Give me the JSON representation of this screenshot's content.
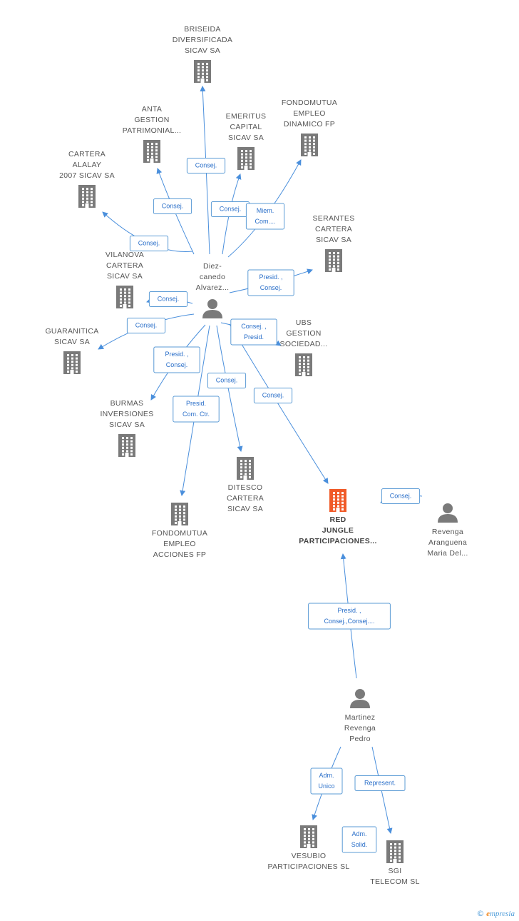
{
  "colors": {
    "company": "#7a7a7a",
    "focus": "#f05a28",
    "person": "#7a7a7a",
    "edge": "#4a8fdc"
  },
  "nodes": [
    {
      "id": "briseida",
      "type": "company",
      "label": [
        "BRISEIDA",
        "DIVERSIFICADA",
        "SICAV SA"
      ]
    },
    {
      "id": "anta",
      "type": "company",
      "label": [
        "ANTA",
        "GESTION",
        "PATRIMONIAL..."
      ]
    },
    {
      "id": "emeritus",
      "type": "company",
      "label": [
        "EMERITUS",
        "CAPITAL",
        "SICAV SA"
      ]
    },
    {
      "id": "fondomutua_dinamico",
      "type": "company",
      "label": [
        "FONDOMUTUA",
        "EMPLEO",
        "DINAMICO FP"
      ]
    },
    {
      "id": "cartera_alalay",
      "type": "company",
      "label": [
        "CARTERA",
        "ALALAY",
        "2007 SICAV SA"
      ]
    },
    {
      "id": "serantes",
      "type": "company",
      "label": [
        "SERANTES",
        "CARTERA",
        "SICAV SA"
      ]
    },
    {
      "id": "vilanova",
      "type": "company",
      "label": [
        "VILANOVA",
        "CARTERA",
        "SICAV SA"
      ]
    },
    {
      "id": "diezcanedo",
      "type": "person",
      "label": [
        "Diez-",
        "canedo",
        "Alvarez..."
      ]
    },
    {
      "id": "guaranitica",
      "type": "company",
      "label": [
        "GUARANITICA",
        "SICAV SA"
      ]
    },
    {
      "id": "ubs",
      "type": "company",
      "label": [
        "UBS",
        "GESTION",
        "SOCIEDAD..."
      ]
    },
    {
      "id": "burmas",
      "type": "company",
      "label": [
        "BURMAS",
        "INVERSIONES",
        "SICAV SA"
      ]
    },
    {
      "id": "ditesco",
      "type": "company",
      "label": [
        "DITESCO",
        "CARTERA",
        "SICAV SA"
      ]
    },
    {
      "id": "fondomutua_acciones",
      "type": "company",
      "label": [
        "FONDOMUTUA",
        "EMPLEO",
        "ACCIONES FP"
      ]
    },
    {
      "id": "red_jungle",
      "type": "focus",
      "label": [
        "RED",
        "JUNGLE",
        "PARTICIPACIONES..."
      ]
    },
    {
      "id": "revenga",
      "type": "person",
      "label": [
        "Revenga",
        "Aranguena",
        "Maria Del..."
      ]
    },
    {
      "id": "martinez",
      "type": "person",
      "label": [
        "Martinez",
        "Revenga",
        "Pedro"
      ]
    },
    {
      "id": "vesubio",
      "type": "company",
      "label": [
        "VESUBIO",
        "PARTICIPACIONES SL"
      ]
    },
    {
      "id": "sgi",
      "type": "company",
      "label": [
        "SGI",
        "TELECOM SL"
      ]
    }
  ],
  "edges": [
    {
      "from": "diezcanedo",
      "to": "briseida",
      "label": [
        "Consej."
      ]
    },
    {
      "from": "diezcanedo",
      "to": "anta",
      "label": [
        "Consej."
      ]
    },
    {
      "from": "diezcanedo",
      "to": "emeritus",
      "label": [
        "Consej."
      ]
    },
    {
      "from": "diezcanedo",
      "to": "fondomutua_dinamico",
      "label": [
        "Miem.",
        "Com...."
      ]
    },
    {
      "from": "diezcanedo",
      "to": "cartera_alalay",
      "label": [
        "Consej."
      ]
    },
    {
      "from": "diezcanedo",
      "to": "serantes",
      "label": [
        "Presid. ,",
        "Consej."
      ]
    },
    {
      "from": "diezcanedo",
      "to": "vilanova",
      "label": [
        "Consej."
      ]
    },
    {
      "from": "diezcanedo",
      "to": "guaranitica",
      "label": [
        "Consej."
      ]
    },
    {
      "from": "diezcanedo",
      "to": "ubs",
      "label": [
        "Consej. ,",
        "Presid."
      ]
    },
    {
      "from": "diezcanedo",
      "to": "burmas",
      "label": [
        "Presid. ,",
        "Consej."
      ]
    },
    {
      "from": "diezcanedo",
      "to": "ditesco",
      "label": [
        "Consej."
      ]
    },
    {
      "from": "diezcanedo",
      "to": "fondomutua_acciones",
      "label": [
        "Presid.",
        "Com. Ctr."
      ]
    },
    {
      "from": "diezcanedo",
      "to": "red_jungle",
      "label": [
        "Consej."
      ]
    },
    {
      "from": "revenga",
      "to": "red_jungle",
      "label": [
        "Consej."
      ]
    },
    {
      "from": "martinez",
      "to": "red_jungle",
      "label": [
        "Presid. ,",
        "Consej.,Consej...."
      ]
    },
    {
      "from": "martinez",
      "to": "vesubio",
      "label": [
        "Adm.",
        "Unico"
      ]
    },
    {
      "from": "martinez",
      "to": "sgi",
      "label": [
        "Represent."
      ]
    },
    {
      "from": "martinez",
      "to": "sgi",
      "label": [
        "Adm.",
        "Solid."
      ]
    }
  ],
  "footer": {
    "copyright": "©",
    "brand_initial": "e",
    "brand_rest": "mpresia"
  }
}
